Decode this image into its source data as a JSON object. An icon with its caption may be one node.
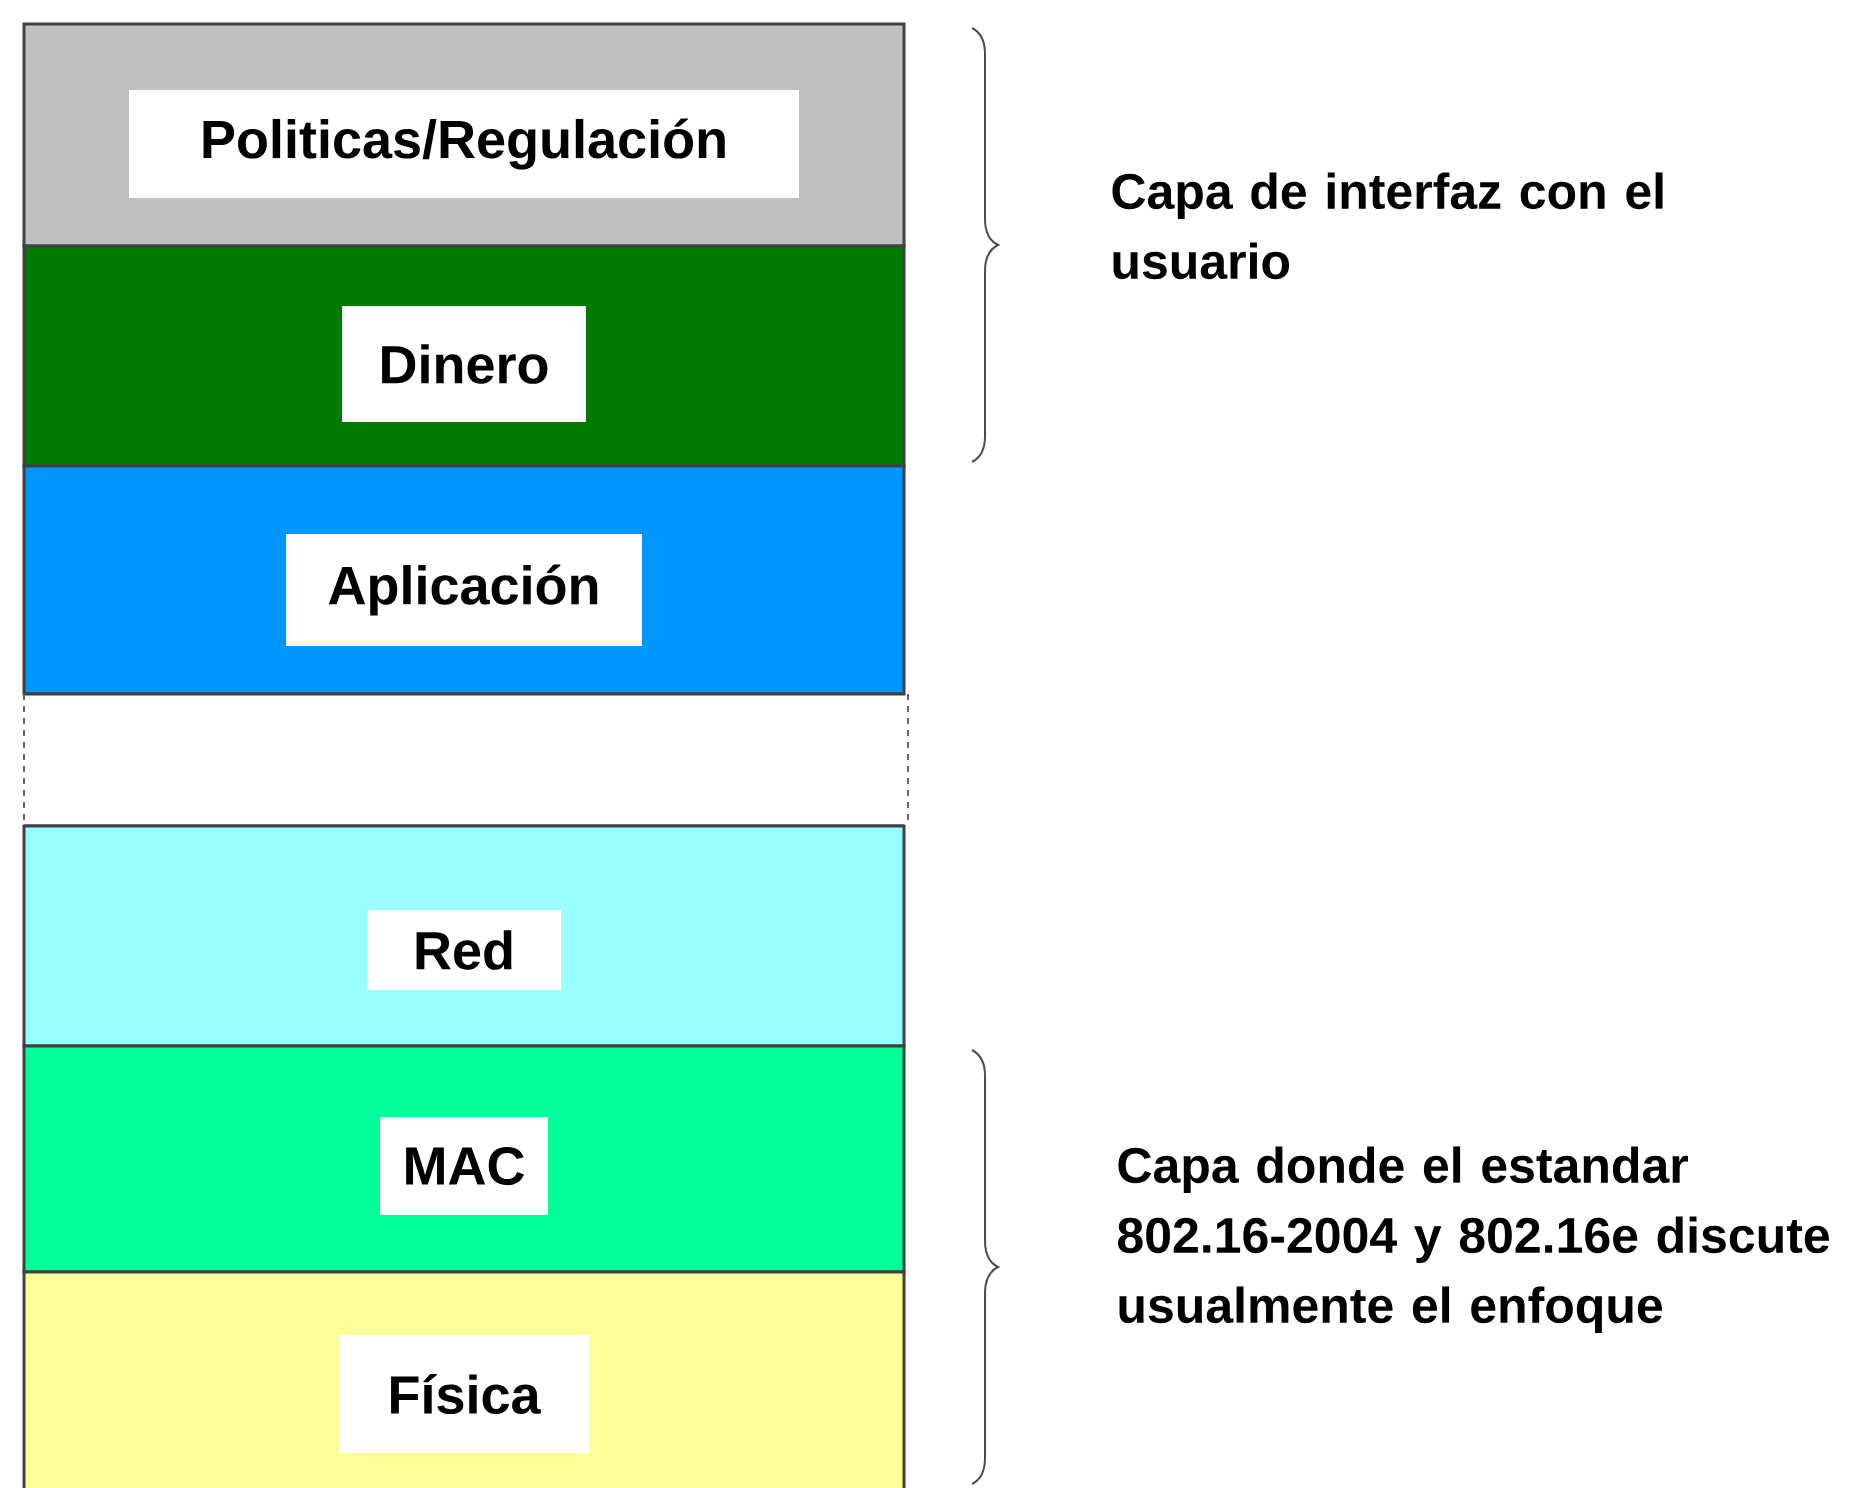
{
  "diagram": {
    "nodes": [
      {
        "text": [
          "Politicas/Regulación"
        ]
      },
      {
        "text": [
          "Dinero"
        ]
      },
      {
        "text": [
          "Aplicación"
        ]
      },
      {
        "text": [],
        "shape": "box"
      },
      {
        "text": [
          "Red"
        ]
      },
      {
        "text": [
          "MAC"
        ]
      },
      {
        "text": [
          "Física"
        ]
      }
    ],
    "labels": [
      "Capa de interfaz con el usuario",
      "Capa donde el estandar 802.16-2004 y 802.16e discute usualmente el enfoque"
    ]
  }
}
